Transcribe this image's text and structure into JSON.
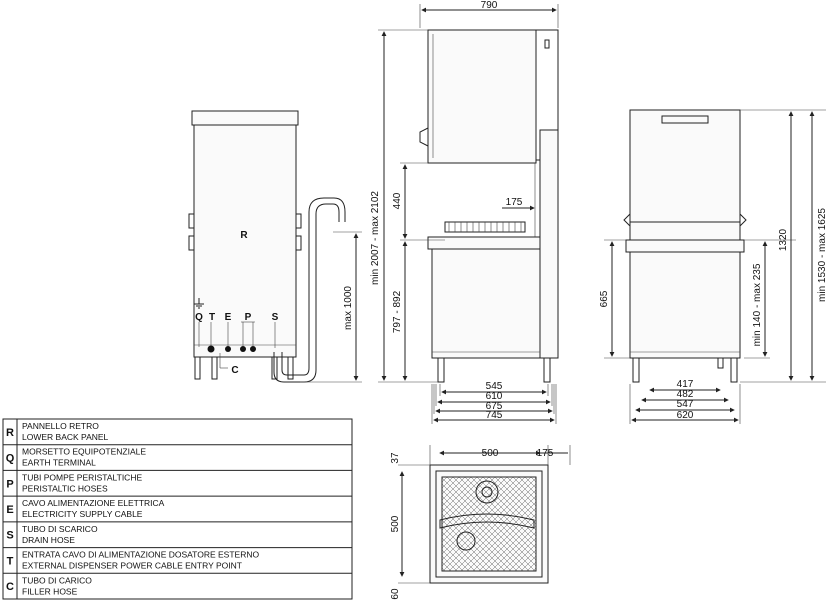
{
  "back_view": {
    "labels": {
      "R": "R",
      "Q": "Q",
      "T": "T",
      "E": "E",
      "P": "P",
      "S": "S",
      "C": "C"
    },
    "dim_max_height": "max 1000"
  },
  "side_view": {
    "dims": {
      "top_width": "790",
      "hood_height": "440",
      "overhang": "175",
      "total_height": "min 2007 - max 2102",
      "work_height": "797 - 892",
      "w1": "545",
      "w2": "610",
      "w3": "675",
      "w4": "745"
    }
  },
  "front_view": {
    "dims": {
      "h_body": "665",
      "h_feet": "min 140 - max 235",
      "h_total": "1320",
      "h_max": "min 1530 - max 1625",
      "w1": "417",
      "w2": "482",
      "w3": "547",
      "w4": "620"
    }
  },
  "top_view": {
    "dims": {
      "d_top": "37",
      "width": "500",
      "side": "175",
      "depth": "500",
      "d_bottom": "60"
    }
  },
  "legend": [
    {
      "key": "R",
      "it": "PANNELLO RETRO",
      "en": "LOWER BACK PANEL"
    },
    {
      "key": "Q",
      "it": "MORSETTO EQUIPOTENZIALE",
      "en": "EARTH TERMINAL"
    },
    {
      "key": "P",
      "it": "TUBI POMPE PERISTALTICHE",
      "en": "PERISTALTIC HOSES"
    },
    {
      "key": "E",
      "it": "CAVO ALIMENTAZIONE ELETTRICA",
      "en": "ELECTRICITY SUPPLY CABLE"
    },
    {
      "key": "S",
      "it": "TUBO DI SCARICO",
      "en": "DRAIN HOSE"
    },
    {
      "key": "T",
      "it": "ENTRATA CAVO DI ALIMENTAZIONE DOSATORE ESTERNO",
      "en": "EXTERNAL DISPENSER POWER CABLE ENTRY POINT"
    },
    {
      "key": "C",
      "it": "TUBO DI CARICO",
      "en": "FILLER HOSE"
    }
  ]
}
